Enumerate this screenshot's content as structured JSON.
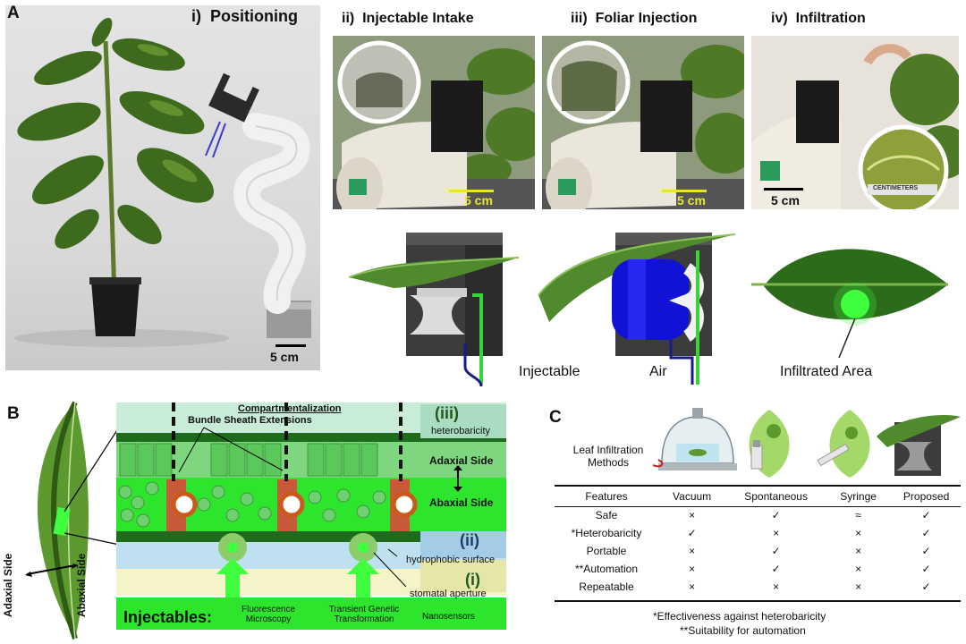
{
  "panelA": {
    "letter": "A",
    "sub_i": "i)",
    "title_i": "Positioning",
    "sub_ii": "ii)",
    "title_ii": "Injectable Intake",
    "sub_iii": "iii)",
    "title_iii": "Foliar Injection",
    "sub_iv": "iv)",
    "title_iv": "Infiltration",
    "scale_label": "5 cm",
    "ruler_label": "CENTIMETERS",
    "callout_injectable": "Injectable",
    "callout_air": "Air",
    "callout_infiltrated": "Infiltrated Area"
  },
  "panelB": {
    "letter": "B",
    "compartmentalization": "Compartmentalization",
    "bundle_sheath": "Bundle Sheath Extensions",
    "label_iii": "(iii)",
    "heterobaricity": "heterobaricity",
    "adaxial": "Adaxial Side",
    "abaxial": "Abaxial Side",
    "label_ii": "(ii)",
    "hydrophobic": "hydrophobic surface",
    "label_i": "(i)",
    "stomatal": "stomatal aperture",
    "leaf_adaxial": "Adaxial Side",
    "leaf_abaxial": "Abaxial Side",
    "injectables_title": "Injectables:",
    "injectables": [
      "Fluorescence Microscopy",
      "Transient Genetic Transformation",
      "Nanosensors"
    ]
  },
  "panelC": {
    "letter": "C",
    "methods_label": "Leaf Infiltration Methods",
    "columns": [
      "Features",
      "Vacuum",
      "Spontaneous",
      "Syringe",
      "Proposed"
    ],
    "rows": [
      {
        "feature": "Safe",
        "vals": [
          "×",
          "✓",
          "≈",
          "✓"
        ]
      },
      {
        "feature": "*Heterobaricity",
        "vals": [
          "✓",
          "×",
          "×",
          "✓"
        ]
      },
      {
        "feature": "Portable",
        "vals": [
          "×",
          "✓",
          "×",
          "✓"
        ]
      },
      {
        "feature": "**Automation",
        "vals": [
          "×",
          "✓",
          "×",
          "✓"
        ]
      },
      {
        "feature": "Repeatable",
        "vals": [
          "×",
          "×",
          "×",
          "✓"
        ]
      }
    ],
    "note1": "*Effectiveness against heterobaricity",
    "note2": "**Suitability for automation"
  }
}
